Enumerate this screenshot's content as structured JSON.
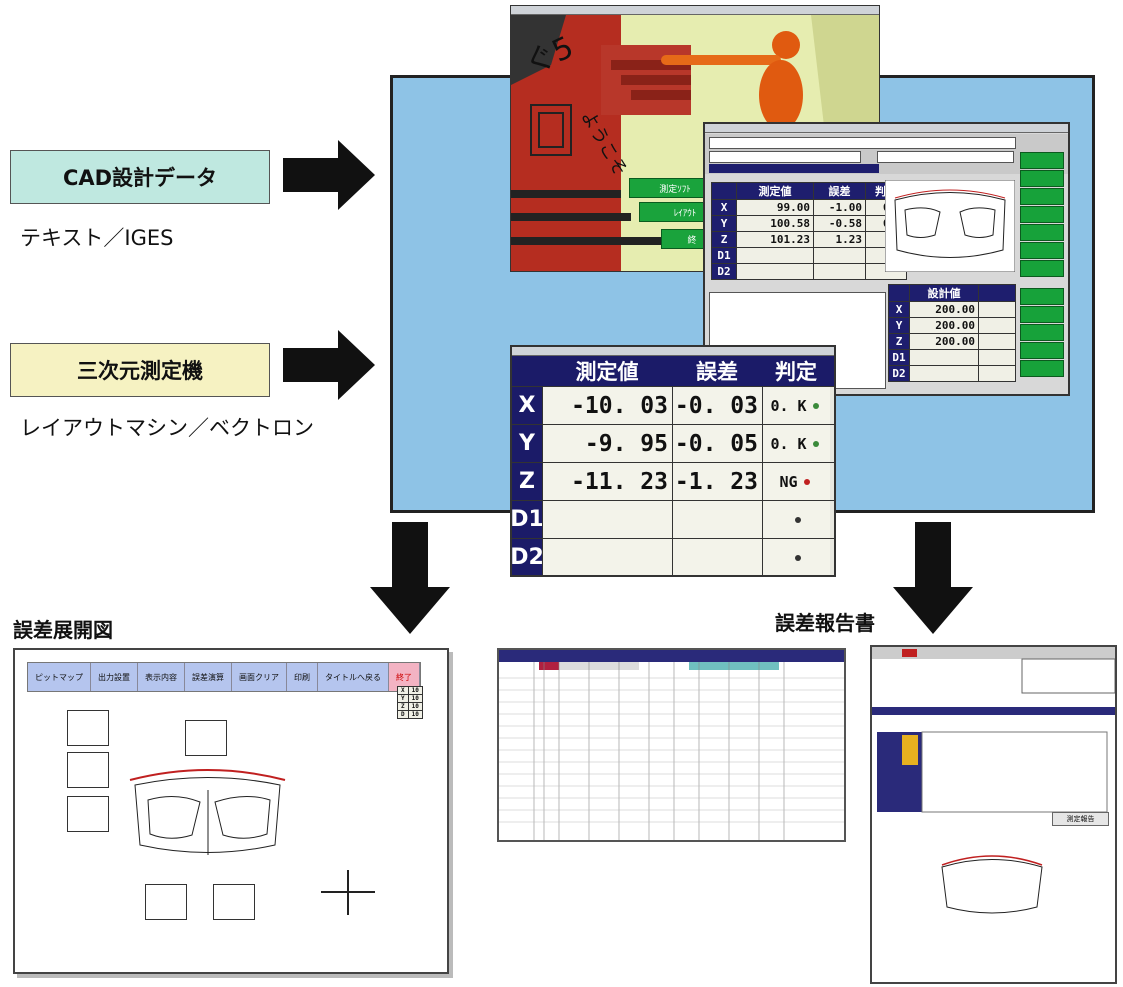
{
  "inputs": {
    "cad": {
      "label": "CAD設計データ",
      "sub": "テキスト／IGES",
      "color": "#bfe8e0"
    },
    "cmm": {
      "label": "三次元測定機",
      "sub": "レイアウトマシン／ベクトロン",
      "color": "#f6f2c2"
    }
  },
  "screen3d": {
    "buttons": [
      "測定ｿﾌﾄ",
      "ﾚｲｱｳﾄ",
      "終"
    ]
  },
  "meas_window": {
    "col_headers": [
      "測定値",
      "誤差",
      "判定"
    ],
    "rows": [
      {
        "axis": "X",
        "value": "99.00",
        "error": "-1.00",
        "judge": "O.K"
      },
      {
        "axis": "Y",
        "value": "100.58",
        "error": "-0.58",
        "judge": "O.K"
      },
      {
        "axis": "Z",
        "value": "101.23",
        "error": "1.23",
        "judge": "NG"
      },
      {
        "axis": "D1",
        "value": "",
        "error": "",
        "judge": ""
      },
      {
        "axis": "D2",
        "value": "",
        "error": "",
        "judge": ""
      }
    ],
    "design_header": [
      "設計値"
    ],
    "design_rows": [
      {
        "axis": "X",
        "value": "200.00"
      },
      {
        "axis": "Y",
        "value": "200.00"
      },
      {
        "axis": "Z",
        "value": "200.00"
      },
      {
        "axis": "D1",
        "value": ""
      },
      {
        "axis": "D2",
        "value": ""
      }
    ]
  },
  "zoom_panel": {
    "col_headers": [
      "測定値",
      "誤差",
      "判定"
    ],
    "rows": [
      {
        "axis": "X",
        "value": "-10. 03",
        "error": "-0. 03",
        "judge": "0. K",
        "status": "ok"
      },
      {
        "axis": "Y",
        "value": "-9. 95",
        "error": "-0. 05",
        "judge": "0. K",
        "status": "ok"
      },
      {
        "axis": "Z",
        "value": "-11. 23",
        "error": "-1. 23",
        "judge": "NG",
        "status": "ng"
      },
      {
        "axis": "D1",
        "value": "",
        "error": "",
        "judge": "",
        "status": "none"
      },
      {
        "axis": "D2",
        "value": "",
        "error": "",
        "judge": "",
        "status": "none"
      }
    ],
    "ok_color": "#3a8a3a",
    "ng_color": "#c02020"
  },
  "outputs": {
    "deviation_map": {
      "title": "誤差展開図",
      "toolbar": [
        "ピットマップ",
        "出力設置",
        "表示内容",
        "誤差演算",
        "画面クリア",
        "印刷",
        "タイトルへ戻る",
        "終了"
      ],
      "legend": [
        [
          "X",
          "10"
        ],
        [
          "Y",
          "10"
        ],
        [
          "Z",
          "10"
        ],
        [
          "D",
          "10"
        ]
      ]
    },
    "report": {
      "title": "誤差報告書",
      "action_button": "測定報告"
    }
  }
}
